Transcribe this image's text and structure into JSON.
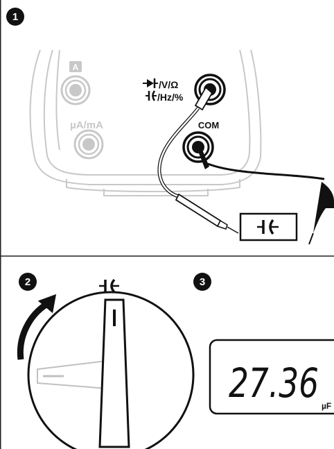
{
  "steps": {
    "step1": "1",
    "step2": "2",
    "step3": "3"
  },
  "meter": {
    "amp_label": "A",
    "micro_amp_label": "µA/mA",
    "volt_line1": "/V/Ω",
    "volt_line2": "/Hz/%",
    "com_label": "COM"
  },
  "display": {
    "reading": "27.36",
    "unit": "µF"
  },
  "colors": {
    "black": "#111111",
    "gray_outline": "#c8c8c8",
    "jack_gray": "#b8b8b8"
  },
  "icons": {
    "capacitor": "capacitor-icon",
    "diode": "diode-icon",
    "rotation_arrow": "rotation-arrow-icon"
  }
}
